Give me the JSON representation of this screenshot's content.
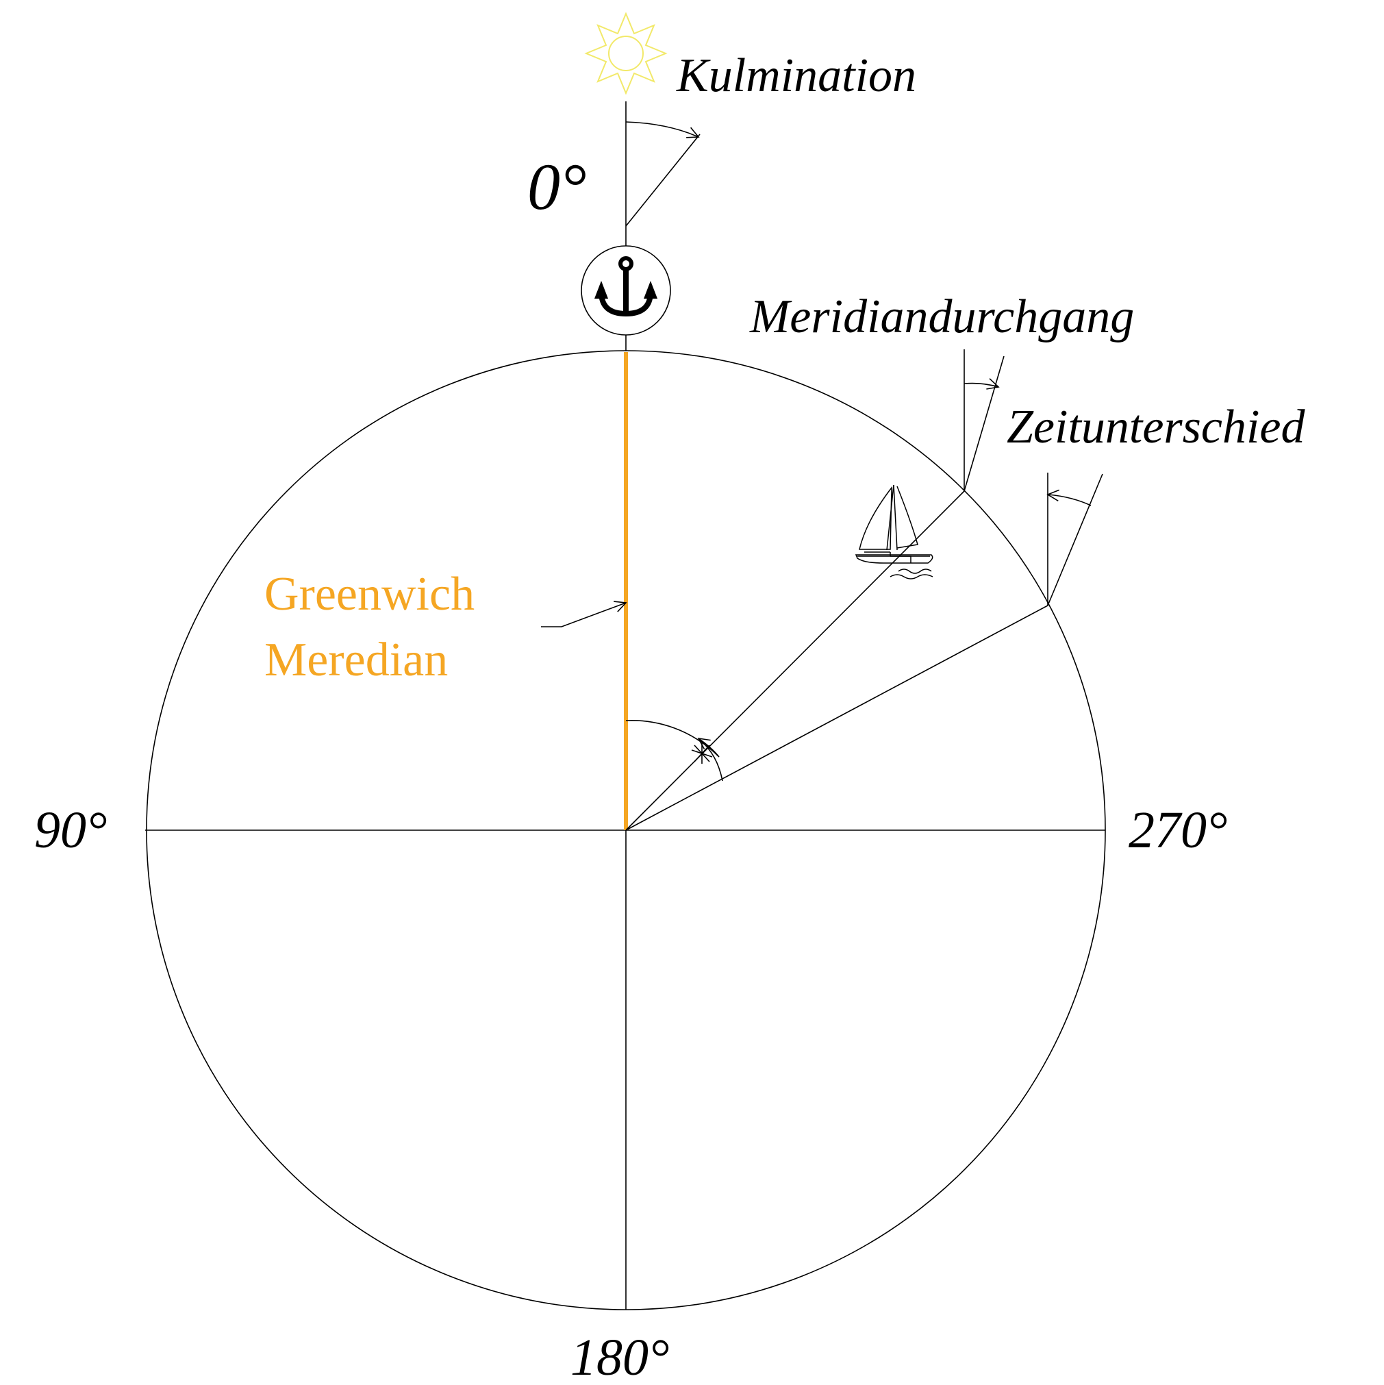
{
  "labels": {
    "kulmination": "Kulmination",
    "meridiandurchgang": "Meridiandurchgang",
    "zeitunterschied": "Zeitunterschied",
    "greenwich_line1": "Greenwich",
    "greenwich_line2": "Meredian",
    "deg_top": "0°",
    "deg_left": "90°",
    "deg_right": "270°",
    "deg_bottom": "180°"
  },
  "icons": {
    "sun": "sun-icon",
    "anchor": "anchor-icon",
    "sailboat": "sailboat-icon"
  },
  "colors": {
    "line": "#000000",
    "meridian": "#F5A623",
    "sun": "#F2E96A"
  }
}
